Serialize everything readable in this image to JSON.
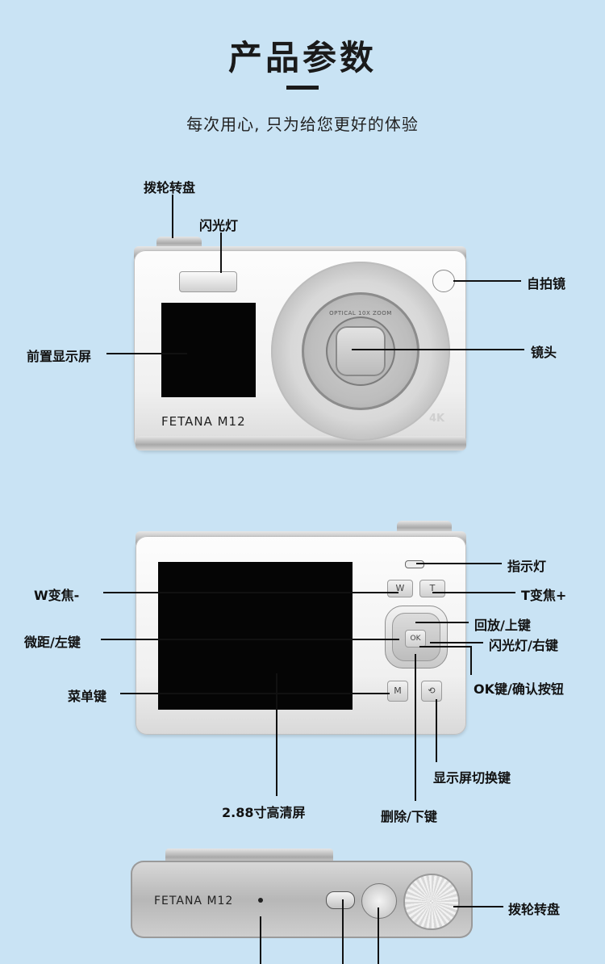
{
  "header": {
    "title": "产品参数",
    "subtitle": "每次用心, 只为给您更好的体验"
  },
  "front_view": {
    "brand": "FETANA M12",
    "lens_text": "OPTICAL 10X ZOOM",
    "lens_badge": "4K",
    "labels": {
      "dial": "拨轮转盘",
      "flash": "闪光灯",
      "selfie_mirror": "自拍镜",
      "front_screen": "前置显示屏",
      "lens": "镜头"
    }
  },
  "back_view": {
    "buttons": {
      "w": "W",
      "t": "T",
      "ok": "OK",
      "menu": "M",
      "switch": "⟲"
    },
    "labels": {
      "indicator": "指示灯",
      "w_zoom": "W变焦-",
      "t_zoom": "T变焦+",
      "macro_left": "微距/左键",
      "playback_up": "回放/上键",
      "flash_right": "闪光灯/右键",
      "ok_key": "OK键/确认按钮",
      "menu_key": "菜单键",
      "screen_switch": "显示屏切换键",
      "screen": "2.88寸高清屏",
      "delete_down": "删除/下键"
    }
  },
  "top_view": {
    "brand": "FETANA M12",
    "labels": {
      "dial": "拨轮转盘"
    }
  },
  "colors": {
    "background": "#c9e3f4",
    "text": "#111111"
  }
}
